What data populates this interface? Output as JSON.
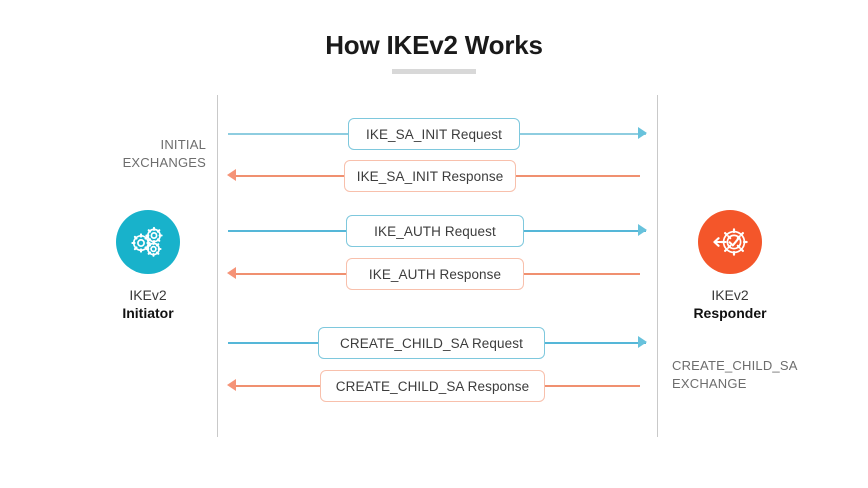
{
  "diagram": {
    "title": "How IKEv2 Works",
    "type": "sequence-diagram",
    "colors": {
      "initiator_disc": "#18b2cb",
      "responder_disc": "#f4562a",
      "request_line": "#8ecde0",
      "response_line": "#f5b6a0",
      "lifeline": "#c9c9c9",
      "title_rule": "#d8d8d8",
      "label_text": "#6d6d6d"
    },
    "actors": {
      "initiator": {
        "protocol": "IKEv2",
        "role": "Initiator",
        "icon": "gears-icon"
      },
      "responder": {
        "protocol": "IKEv2",
        "role": "Responder",
        "icon": "gear-check-arrow-icon"
      }
    },
    "phase_labels": {
      "initial": "INITIAL\nEXCHANGES",
      "initial_line1": "INITIAL",
      "initial_line2": "EXCHANGES",
      "child": "CREATE_CHILD_SA\nEXCHANGE",
      "child_line1": "CREATE_CHILD_SA",
      "child_line2": "EXCHANGE"
    },
    "messages": [
      {
        "label": "IKE_SA_INIT Request",
        "direction": "initiator-to-responder",
        "kind": "request"
      },
      {
        "label": "IKE_SA_INIT Response",
        "direction": "responder-to-initiator",
        "kind": "response"
      },
      {
        "label": "IKE_AUTH Request",
        "direction": "initiator-to-responder",
        "kind": "request"
      },
      {
        "label": "IKE_AUTH Response",
        "direction": "responder-to-initiator",
        "kind": "response"
      },
      {
        "label": "CREATE_CHILD_SA Request",
        "direction": "initiator-to-responder",
        "kind": "request"
      },
      {
        "label": "CREATE_CHILD_SA Response",
        "direction": "responder-to-initiator",
        "kind": "response"
      }
    ]
  }
}
